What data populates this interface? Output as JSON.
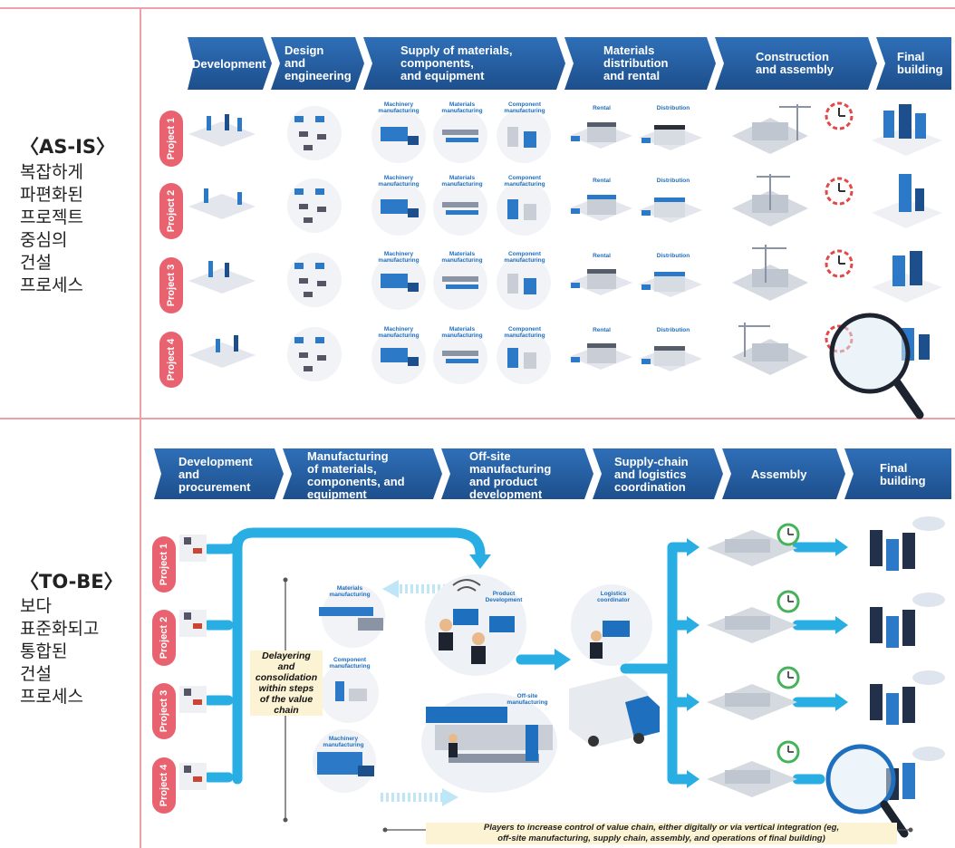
{
  "as_is": {
    "heading": "〈AS-IS〉",
    "lines": [
      "복잡하게",
      "파편화된",
      "프로젝트",
      "중심의",
      "건설",
      "프로세스"
    ],
    "stages": [
      [
        "Development"
      ],
      [
        "Design",
        "and",
        "engineering"
      ],
      [
        "Supply of materials,",
        "components,",
        "and equipment"
      ],
      [
        "Materials",
        "distribution",
        "and rental"
      ],
      [
        "Construction",
        "and assembly"
      ],
      [
        "Final",
        "building"
      ]
    ],
    "projects": [
      "Project 1",
      "Project 2",
      "Project 3",
      "Project 4"
    ],
    "supply_labels": [
      "Machinery manufacturing",
      "Materials manufacturing",
      "Component manufacturing"
    ],
    "distribution_labels": [
      "Rental",
      "Distribution"
    ]
  },
  "to_be": {
    "heading": "〈TO-BE〉",
    "lines": [
      "보다",
      "표준화되고",
      "통합된",
      "건설",
      "프로세스"
    ],
    "stages": [
      [
        "Development",
        "and",
        "procurement"
      ],
      [
        "Manufacturing",
        "of materials,",
        "components, and",
        "equipment"
      ],
      [
        "Off-site",
        "manufacturing",
        "and product",
        "development"
      ],
      [
        "Supply-chain",
        "and logistics",
        "coordination"
      ],
      [
        "Assembly"
      ],
      [
        "Final",
        "building"
      ]
    ],
    "projects": [
      "Project 1",
      "Project 2",
      "Project 3",
      "Project 4"
    ],
    "manufacturing_labels": [
      "Materials manufacturing",
      "Component manufacturing",
      "Machinery manufacturing"
    ],
    "product_development_label": "Product Development",
    "offsite_label": "Off-site manufacturing",
    "logistics_label": "Logistics coordinator",
    "callout": [
      "Delayering",
      "and",
      "consolidation",
      "within steps",
      "of the value",
      "chain"
    ],
    "footnote": [
      "Players to increase control of value chain, either digitally or via vertical integration (eg,",
      "off-site manufacturing, supply chain, assembly, and operations of final building)"
    ]
  },
  "colors": {
    "divider": "#ef9fa6",
    "pill": "#e8636f",
    "chevron_dark": "#1d4f8c",
    "chevron_light": "#2f6fb8",
    "flow": "#29aee3",
    "icon_gray": "#c9ced6",
    "icon_blue": "#2c79c8",
    "clock_red": "#e24848",
    "clock_green": "#46b35a",
    "footnote_bg": "#fbf3d4"
  },
  "icons": [
    "chevron-arrow",
    "clock-icon",
    "magnifier-icon",
    "workstation-icon",
    "factory-icon",
    "warehouse-icon",
    "crane-icon",
    "building-icon",
    "truck-icon",
    "flow-arrow"
  ]
}
